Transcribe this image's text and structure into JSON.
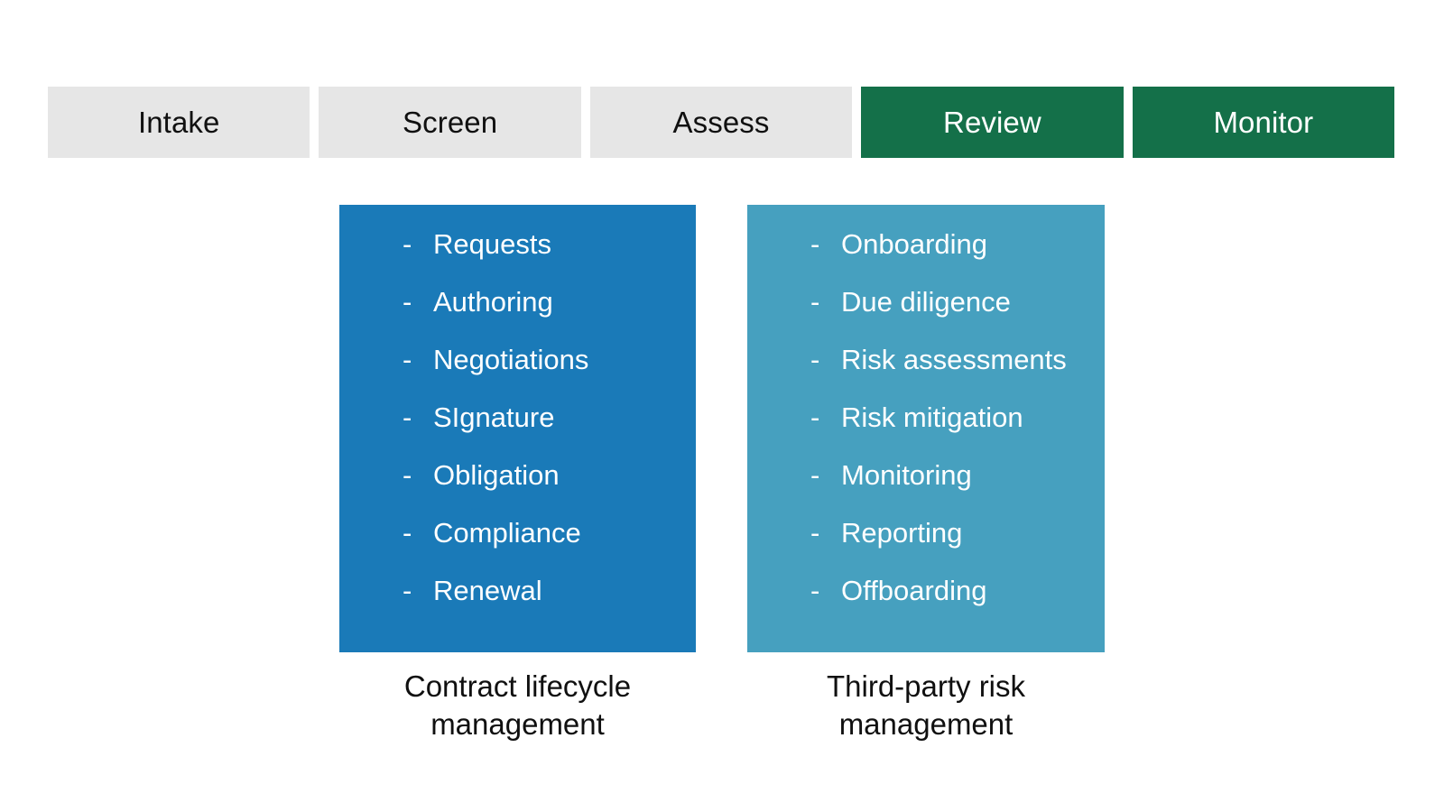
{
  "stages": {
    "items": [
      {
        "label": "Intake",
        "state": "inactive"
      },
      {
        "label": "Screen",
        "state": "inactive"
      },
      {
        "label": "Assess",
        "state": "inactive"
      },
      {
        "label": "Review",
        "state": "active"
      },
      {
        "label": "Monitor",
        "state": "active"
      }
    ]
  },
  "panels": {
    "clm": {
      "caption_line1": "Contract lifecycle",
      "caption_line2": "management",
      "bullet": "-",
      "color": "#1a7ab8",
      "items": [
        {
          "label": "Requests"
        },
        {
          "label": "Authoring"
        },
        {
          "label": "Negotiations"
        },
        {
          "label": "SIgnature"
        },
        {
          "label": "Obligation"
        },
        {
          "label": "Compliance"
        },
        {
          "label": "Renewal"
        }
      ]
    },
    "tprm": {
      "caption_line1": "Third-party risk",
      "caption_line2": "management",
      "bullet": "-",
      "color": "#46a0bf",
      "items": [
        {
          "label": "Onboarding"
        },
        {
          "label": "Due diligence"
        },
        {
          "label": "Risk assessments"
        },
        {
          "label": "Risk mitigation"
        },
        {
          "label": "Monitoring"
        },
        {
          "label": "Reporting"
        },
        {
          "label": "Offboarding"
        }
      ]
    }
  },
  "colors": {
    "stage_inactive_bg": "#e6e6e6",
    "stage_active_bg": "#147049",
    "panel_clm_bg": "#1a7ab8",
    "panel_tprm_bg": "#46a0bf",
    "text_dark": "#101010",
    "text_light": "#ffffff",
    "background": "#ffffff"
  }
}
